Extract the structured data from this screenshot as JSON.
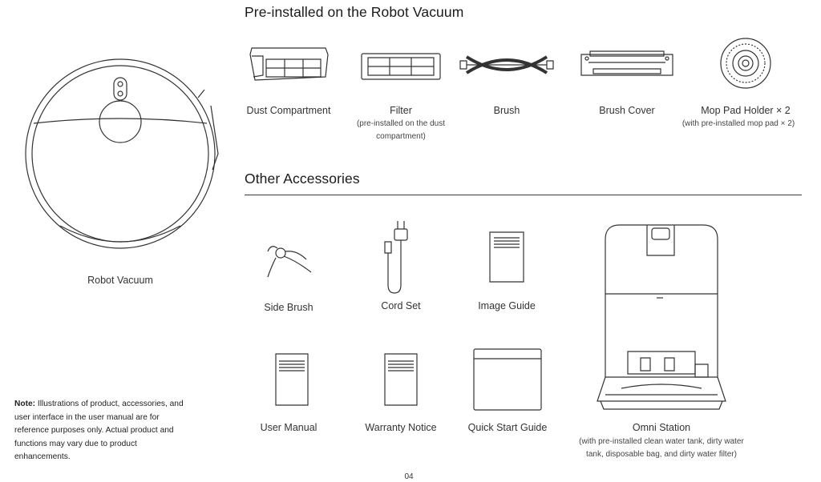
{
  "sections": {
    "preinstalled_title": "Pre-installed on the Robot Vacuum",
    "other_title": "Other Accessories"
  },
  "robot": {
    "label": "Robot Vacuum"
  },
  "preinstalled": {
    "dust": {
      "label": "Dust Compartment"
    },
    "filter": {
      "label": "Filter",
      "note_line1": "(pre-installed on the dust",
      "note_line2": "compartment)"
    },
    "brush": {
      "label": "Brush"
    },
    "brush_cover": {
      "label": "Brush Cover"
    },
    "mop": {
      "label": "Mop Pad Holder × 2",
      "note": "(with pre-installed mop pad × 2)"
    }
  },
  "accessories": {
    "side_brush": {
      "label": "Side Brush"
    },
    "cord_set": {
      "label": "Cord Set"
    },
    "image_guide": {
      "label": "Image Guide"
    },
    "user_manual": {
      "label": "User Manual"
    },
    "warranty": {
      "label": "Warranty Notice"
    },
    "quick_start": {
      "label": "Quick Start Guide"
    },
    "station": {
      "label": "Omni Station",
      "note_line1": "(with pre-installed clean water tank, dirty water",
      "note_line2": "tank, disposable bag, and dirty water filter)"
    }
  },
  "note": {
    "prefix": "Note:",
    "text": " Illustrations of product, accessories, and user interface in the user manual are for reference purposes only. Actual product and functions may vary due to product enhancements."
  },
  "page_number": "04",
  "colors": {
    "text": "#2a2a2a",
    "line": "#3a3a3a"
  }
}
